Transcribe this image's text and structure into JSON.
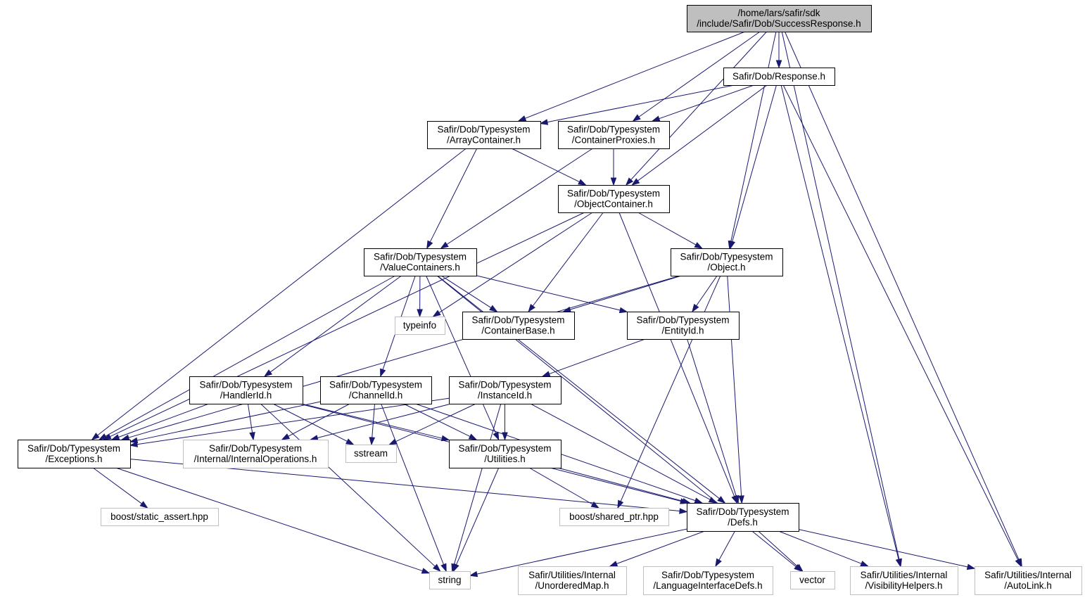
{
  "colors": {
    "edge": "#191970",
    "root_fill": "#bfbfbf",
    "external_border": "#bfbfbf",
    "local_border": "#000000"
  },
  "nodes": [
    {
      "id": "success",
      "kind": "root",
      "lines": [
        "/home/lars/safir/sdk",
        "/include/Safir/Dob/SuccessResponse.h"
      ]
    },
    {
      "id": "response",
      "kind": "local",
      "lines": [
        "Safir/Dob/Response.h"
      ]
    },
    {
      "id": "arraycont",
      "kind": "local",
      "lines": [
        "Safir/Dob/Typesystem",
        "/ArrayContainer.h"
      ]
    },
    {
      "id": "contproxies",
      "kind": "local",
      "lines": [
        "Safir/Dob/Typesystem",
        "/ContainerProxies.h"
      ]
    },
    {
      "id": "objcont",
      "kind": "local",
      "lines": [
        "Safir/Dob/Typesystem",
        "/ObjectContainer.h"
      ]
    },
    {
      "id": "valuecont",
      "kind": "local",
      "lines": [
        "Safir/Dob/Typesystem",
        "/ValueContainers.h"
      ]
    },
    {
      "id": "object",
      "kind": "local",
      "lines": [
        "Safir/Dob/Typesystem",
        "/Object.h"
      ]
    },
    {
      "id": "typeinfo",
      "kind": "ext",
      "lines": [
        "typeinfo"
      ]
    },
    {
      "id": "contbase",
      "kind": "local",
      "lines": [
        "Safir/Dob/Typesystem",
        "/ContainerBase.h"
      ]
    },
    {
      "id": "entityid",
      "kind": "local",
      "lines": [
        "Safir/Dob/Typesystem",
        "/EntityId.h"
      ]
    },
    {
      "id": "handlerid",
      "kind": "local",
      "lines": [
        "Safir/Dob/Typesystem",
        "/HandlerId.h"
      ]
    },
    {
      "id": "channelid",
      "kind": "local",
      "lines": [
        "Safir/Dob/Typesystem",
        "/ChannelId.h"
      ]
    },
    {
      "id": "instanceid",
      "kind": "local",
      "lines": [
        "Safir/Dob/Typesystem",
        "/InstanceId.h"
      ]
    },
    {
      "id": "exceptions",
      "kind": "local",
      "lines": [
        "Safir/Dob/Typesystem",
        "/Exceptions.h"
      ]
    },
    {
      "id": "internalops",
      "kind": "ext",
      "lines": [
        "Safir/Dob/Typesystem",
        "/Internal/InternalOperations.h"
      ]
    },
    {
      "id": "sstream",
      "kind": "ext",
      "lines": [
        "sstream"
      ]
    },
    {
      "id": "utilities",
      "kind": "local",
      "lines": [
        "Safir/Dob/Typesystem",
        "/Utilities.h"
      ]
    },
    {
      "id": "staticassert",
      "kind": "ext",
      "lines": [
        "boost/static_assert.hpp"
      ]
    },
    {
      "id": "sharedptr",
      "kind": "ext",
      "lines": [
        "boost/shared_ptr.hpp"
      ]
    },
    {
      "id": "defs",
      "kind": "local",
      "lines": [
        "Safir/Dob/Typesystem",
        "/Defs.h"
      ]
    },
    {
      "id": "string",
      "kind": "ext",
      "lines": [
        "string"
      ]
    },
    {
      "id": "unorderedmap",
      "kind": "ext",
      "lines": [
        "Safir/Utilities/Internal",
        "/UnorderedMap.h"
      ]
    },
    {
      "id": "langiface",
      "kind": "ext",
      "lines": [
        "Safir/Dob/Typesystem",
        "/LanguageInterfaceDefs.h"
      ]
    },
    {
      "id": "vector",
      "kind": "ext",
      "lines": [
        "vector"
      ]
    },
    {
      "id": "visibility",
      "kind": "ext",
      "lines": [
        "Safir/Utilities/Internal",
        "/VisibilityHelpers.h"
      ]
    },
    {
      "id": "autolink",
      "kind": "ext",
      "lines": [
        "Safir/Utilities/Internal",
        "/AutoLink.h"
      ]
    }
  ],
  "edges": [
    [
      "success",
      "response"
    ],
    [
      "success",
      "arraycont"
    ],
    [
      "success",
      "contproxies"
    ],
    [
      "success",
      "objcont"
    ],
    [
      "success",
      "object"
    ],
    [
      "success",
      "visibility"
    ],
    [
      "success",
      "autolink"
    ],
    [
      "response",
      "arraycont"
    ],
    [
      "response",
      "contproxies"
    ],
    [
      "response",
      "objcont"
    ],
    [
      "response",
      "object"
    ],
    [
      "response",
      "visibility"
    ],
    [
      "response",
      "autolink"
    ],
    [
      "arraycont",
      "objcont"
    ],
    [
      "arraycont",
      "valuecont"
    ],
    [
      "arraycont",
      "exceptions"
    ],
    [
      "contproxies",
      "objcont"
    ],
    [
      "contproxies",
      "valuecont"
    ],
    [
      "objcont",
      "object"
    ],
    [
      "objcont",
      "typeinfo"
    ],
    [
      "objcont",
      "contbase"
    ],
    [
      "objcont",
      "exceptions"
    ],
    [
      "objcont",
      "defs"
    ],
    [
      "valuecont",
      "typeinfo"
    ],
    [
      "valuecont",
      "contbase"
    ],
    [
      "valuecont",
      "entityid"
    ],
    [
      "valuecont",
      "handlerid"
    ],
    [
      "valuecont",
      "channelid"
    ],
    [
      "valuecont",
      "exceptions"
    ],
    [
      "valuecont",
      "utilities"
    ],
    [
      "valuecont",
      "defs"
    ],
    [
      "valuecont",
      "vector"
    ],
    [
      "object",
      "contbase"
    ],
    [
      "object",
      "entityid"
    ],
    [
      "object",
      "exceptions"
    ],
    [
      "object",
      "defs"
    ],
    [
      "object",
      "sharedptr"
    ],
    [
      "entityid",
      "instanceid"
    ],
    [
      "entityid",
      "defs"
    ],
    [
      "handlerid",
      "exceptions"
    ],
    [
      "handlerid",
      "internalops"
    ],
    [
      "handlerid",
      "sstream"
    ],
    [
      "handlerid",
      "utilities"
    ],
    [
      "handlerid",
      "defs"
    ],
    [
      "handlerid",
      "string"
    ],
    [
      "channelid",
      "exceptions"
    ],
    [
      "channelid",
      "internalops"
    ],
    [
      "channelid",
      "sstream"
    ],
    [
      "channelid",
      "utilities"
    ],
    [
      "channelid",
      "defs"
    ],
    [
      "channelid",
      "string"
    ],
    [
      "instanceid",
      "exceptions"
    ],
    [
      "instanceid",
      "internalops"
    ],
    [
      "instanceid",
      "sstream"
    ],
    [
      "instanceid",
      "utilities"
    ],
    [
      "instanceid",
      "defs"
    ],
    [
      "instanceid",
      "string"
    ],
    [
      "exceptions",
      "staticassert"
    ],
    [
      "exceptions",
      "defs"
    ],
    [
      "exceptions",
      "string"
    ],
    [
      "utilities",
      "sharedptr"
    ],
    [
      "utilities",
      "defs"
    ],
    [
      "utilities",
      "string"
    ],
    [
      "defs",
      "string"
    ],
    [
      "defs",
      "unorderedmap"
    ],
    [
      "defs",
      "langiface"
    ],
    [
      "defs",
      "vector"
    ],
    [
      "defs",
      "visibility"
    ],
    [
      "defs",
      "autolink"
    ]
  ]
}
